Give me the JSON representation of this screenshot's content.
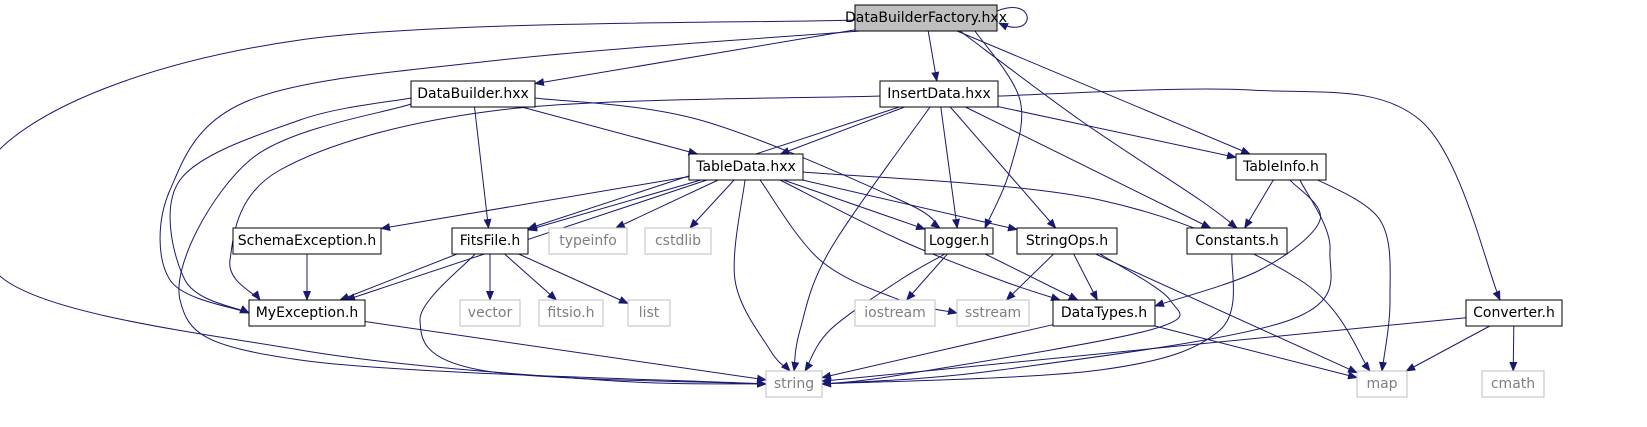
{
  "colors": {
    "edge": "#191970",
    "root_fill": "#bfbfbf",
    "node_border": "#000000",
    "external_border": "#bfbfbf",
    "external_text": "#7f7f7f",
    "text": "#000000"
  },
  "nodes": {
    "databuilderfactory": {
      "label": "DataBuilderFactory.hxx",
      "kind": "root"
    },
    "databuilder": {
      "label": "DataBuilder.hxx",
      "kind": "local"
    },
    "insertdata": {
      "label": "InsertData.hxx",
      "kind": "local"
    },
    "tabledata": {
      "label": "TableData.hxx",
      "kind": "local"
    },
    "tableinfo": {
      "label": "TableInfo.h",
      "kind": "local"
    },
    "schemaexception": {
      "label": "SchemaException.h",
      "kind": "local"
    },
    "fitsfile": {
      "label": "FitsFile.h",
      "kind": "local"
    },
    "typeinfo": {
      "label": "typeinfo",
      "kind": "external"
    },
    "cstdlib": {
      "label": "cstdlib",
      "kind": "external"
    },
    "logger": {
      "label": "Logger.h",
      "kind": "local"
    },
    "stringops": {
      "label": "StringOps.h",
      "kind": "local"
    },
    "constants": {
      "label": "Constants.h",
      "kind": "local"
    },
    "myexception": {
      "label": "MyException.h",
      "kind": "local"
    },
    "vector": {
      "label": "vector",
      "kind": "external"
    },
    "fitsio": {
      "label": "fitsio.h",
      "kind": "external"
    },
    "list": {
      "label": "list",
      "kind": "external"
    },
    "iostream": {
      "label": "iostream",
      "kind": "external"
    },
    "sstream": {
      "label": "sstream",
      "kind": "external"
    },
    "datatypes": {
      "label": "DataTypes.h",
      "kind": "local"
    },
    "converter": {
      "label": "Converter.h",
      "kind": "local"
    },
    "string": {
      "label": "string",
      "kind": "external"
    },
    "map": {
      "label": "map",
      "kind": "external"
    },
    "cmath": {
      "label": "cmath",
      "kind": "external"
    }
  },
  "edges": [
    [
      "databuilderfactory",
      "databuilderfactory"
    ],
    [
      "databuilderfactory",
      "databuilder"
    ],
    [
      "databuilderfactory",
      "insertdata"
    ],
    [
      "databuilderfactory",
      "tableinfo"
    ],
    [
      "databuilderfactory",
      "constants"
    ],
    [
      "databuilderfactory",
      "logger"
    ],
    [
      "databuilderfactory",
      "myexception"
    ],
    [
      "databuilderfactory",
      "string"
    ],
    [
      "databuilder",
      "tabledata"
    ],
    [
      "databuilder",
      "fitsfile"
    ],
    [
      "databuilder",
      "logger"
    ],
    [
      "databuilder",
      "myexception"
    ],
    [
      "databuilder",
      "string"
    ],
    [
      "insertdata",
      "tabledata"
    ],
    [
      "insertdata",
      "tableinfo"
    ],
    [
      "insertdata",
      "fitsfile"
    ],
    [
      "insertdata",
      "logger"
    ],
    [
      "insertdata",
      "stringops"
    ],
    [
      "insertdata",
      "constants"
    ],
    [
      "insertdata",
      "converter"
    ],
    [
      "insertdata",
      "myexception"
    ],
    [
      "insertdata",
      "string"
    ],
    [
      "tabledata",
      "schemaexception"
    ],
    [
      "tabledata",
      "fitsfile"
    ],
    [
      "tabledata",
      "typeinfo"
    ],
    [
      "tabledata",
      "cstdlib"
    ],
    [
      "tabledata",
      "logger"
    ],
    [
      "tabledata",
      "stringops"
    ],
    [
      "tabledata",
      "myexception"
    ],
    [
      "tabledata",
      "sstream"
    ],
    [
      "tabledata",
      "datatypes"
    ],
    [
      "tabledata",
      "string"
    ],
    [
      "tabledata",
      "map"
    ],
    [
      "tableinfo",
      "constants"
    ],
    [
      "tableinfo",
      "datatypes"
    ],
    [
      "tableinfo",
      "map"
    ],
    [
      "tableinfo",
      "string"
    ],
    [
      "schemaexception",
      "myexception"
    ],
    [
      "fitsfile",
      "myexception"
    ],
    [
      "fitsfile",
      "vector"
    ],
    [
      "fitsfile",
      "fitsio"
    ],
    [
      "fitsfile",
      "list"
    ],
    [
      "fitsfile",
      "string"
    ],
    [
      "logger",
      "iostream"
    ],
    [
      "logger",
      "datatypes"
    ],
    [
      "logger",
      "string"
    ],
    [
      "stringops",
      "sstream"
    ],
    [
      "stringops",
      "datatypes"
    ],
    [
      "stringops",
      "string"
    ],
    [
      "stringops",
      "map"
    ],
    [
      "constants",
      "string"
    ],
    [
      "myexception",
      "string"
    ],
    [
      "datatypes",
      "string"
    ],
    [
      "datatypes",
      "map"
    ],
    [
      "converter",
      "string"
    ],
    [
      "converter",
      "map"
    ],
    [
      "converter",
      "cmath"
    ]
  ]
}
